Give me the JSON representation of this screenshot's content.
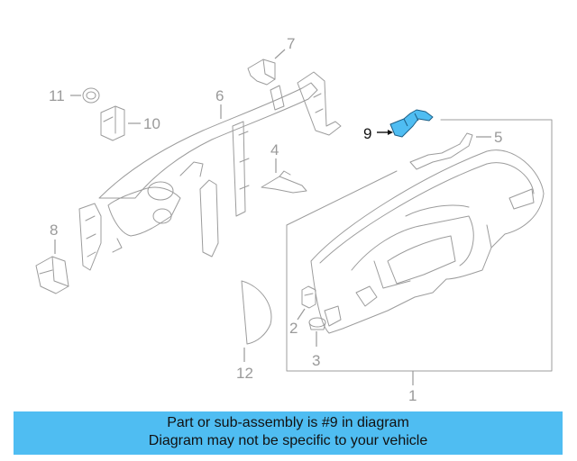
{
  "diagram": {
    "callouts": [
      {
        "id": "1",
        "label": "1"
      },
      {
        "id": "2",
        "label": "2"
      },
      {
        "id": "3",
        "label": "3"
      },
      {
        "id": "4",
        "label": "4"
      },
      {
        "id": "5",
        "label": "5"
      },
      {
        "id": "6",
        "label": "6"
      },
      {
        "id": "7",
        "label": "7"
      },
      {
        "id": "8",
        "label": "8"
      },
      {
        "id": "9",
        "label": "9"
      },
      {
        "id": "10",
        "label": "10"
      },
      {
        "id": "11",
        "label": "11"
      },
      {
        "id": "12",
        "label": "12"
      }
    ],
    "highlighted_part": "9",
    "highlight_color": "#4fbdf2"
  },
  "banner": {
    "line1": "Part or sub-assembly is #9 in diagram",
    "line2": "Diagram may not be specific to your vehicle",
    "background": "#4fbdf2"
  }
}
